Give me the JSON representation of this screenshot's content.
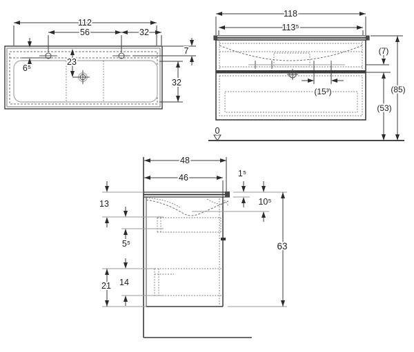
{
  "drawing": {
    "type": "technical-dimension-drawing",
    "subject": "washbasin-with-vanity-cabinet",
    "background_color": "#ffffff",
    "line_color": "#3a3a3a",
    "dashed_color": "#6d6d6d",
    "views": {
      "plan": {
        "title": "washbasin-top-view",
        "dims": {
          "overall_width": "112",
          "tap_hole_spacing": "56",
          "tap_to_edge": "32",
          "back_to_tap_line": "7",
          "back_to_drain": "23",
          "back_rim_offset": "6⁵",
          "bowl_front_back": "32"
        }
      },
      "front": {
        "title": "cabinet-front-view",
        "dims": {
          "overall_width": "118",
          "body_width": "113⁵",
          "tap_line_to_joint": "(7)",
          "overall_height": "(85)",
          "joint_to_floor": "(53)",
          "fixing_spacing": "(15³)",
          "datum_level": "0"
        }
      },
      "side": {
        "title": "cabinet-side-view",
        "dims": {
          "overall_depth": "48",
          "body_depth": "46",
          "slab_thickness": "1⁵",
          "top_to_bowl_leader": "13",
          "bowl_depth": "10⁵",
          "bowl_to_drawer": "5⁵",
          "cabinet_height": "63",
          "lower_zone_height": "21",
          "drawer_inner_height": "14"
        }
      }
    }
  }
}
